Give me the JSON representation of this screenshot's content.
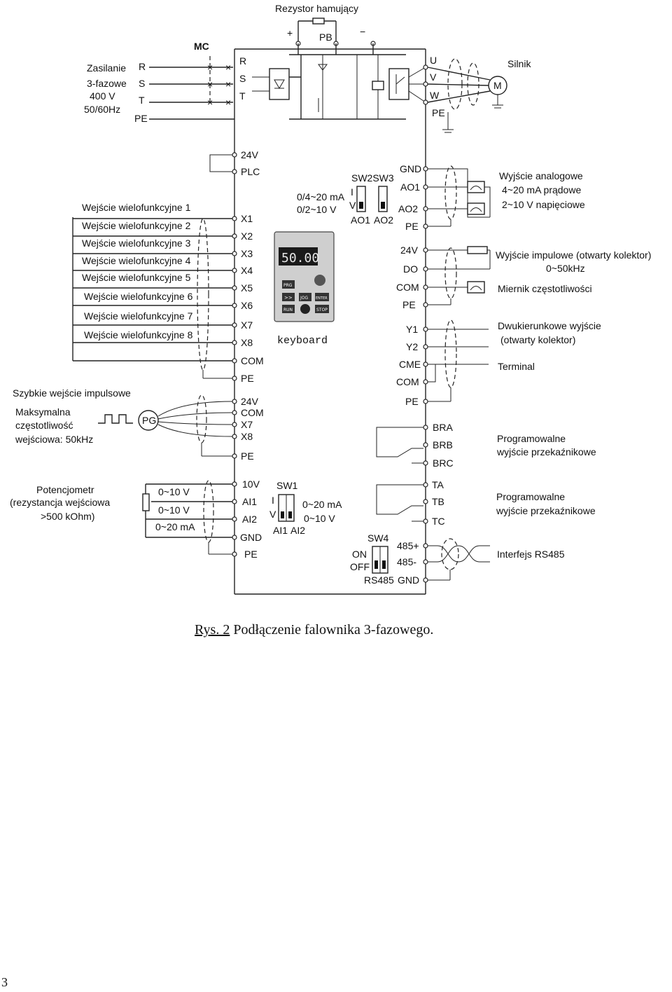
{
  "title": {
    "brake_resistor": "Rezystor hamujący",
    "contactor": "MC",
    "motor_label": "Silnik",
    "motor_symbol": "M",
    "plus": "+",
    "minus": "−",
    "pb": "PB"
  },
  "supply": {
    "lines": [
      "Zasilanie",
      "3-fazowe",
      "400 V",
      "50/60Hz"
    ],
    "phases": [
      "R",
      "S",
      "T",
      "PE"
    ],
    "inverter_inputs": [
      "R",
      "S",
      "T"
    ]
  },
  "outputs_uvw": [
    "U",
    "V",
    "W",
    "PE"
  ],
  "left_terminals": {
    "top": [
      "24V",
      "PLC"
    ],
    "x_inputs": [
      "X1",
      "X2",
      "X3",
      "X4",
      "X5",
      "X6",
      "X7",
      "X8"
    ],
    "after_x": [
      "COM",
      "PE"
    ],
    "pulse": [
      "24V",
      "COM",
      "X7",
      "X8",
      "PE"
    ],
    "analog": [
      "10V",
      "AI1",
      "AI2",
      "GND",
      "PE"
    ]
  },
  "multifunction_inputs": [
    "Wejście wielofunkcyjne 1",
    "Wejście wielofunkcyjne 2",
    "Wejście wielofunkcyjne 3",
    "Wejście wielofunkcyjne 4",
    "Wejście wielofunkcyjne 5",
    "Wejście wielofunkcyjne 6",
    "Wejście wielofunkcyjne 7",
    "Wejście wielofunkcyjne 8"
  ],
  "pulse_input": {
    "title": "Szybkie wejście impulsowe",
    "lines": [
      "Maksymalna",
      "częstotliwość",
      "wejściowa: 50kHz"
    ],
    "encoder": "PG"
  },
  "potentiometer": {
    "lines": [
      "Potencjometr",
      "(rezystancja wejściowa",
      ">500 kOhm)"
    ],
    "ranges": [
      "0~10 V",
      "0~10 V",
      "0~20 mA"
    ]
  },
  "sw2sw3": {
    "label": "SW2SW3",
    "modes_left": [
      "0/4~20 mA",
      "0/2~10 V"
    ],
    "iv": [
      "I",
      "V"
    ],
    "names": [
      "AO1",
      "AO2"
    ]
  },
  "sw1": {
    "label": "SW1",
    "iv": [
      "I",
      "V"
    ],
    "ranges": [
      "0~20 mA",
      "0~10 V"
    ],
    "names": [
      "AI1",
      "AI2"
    ]
  },
  "sw4": {
    "label": "SW4",
    "states": [
      "ON",
      "OFF"
    ],
    "name": "RS485"
  },
  "keyboard": {
    "label": "keyboard",
    "display": "50.00",
    "buttons": [
      "PRG",
      ">>",
      "JOG",
      "ENTER",
      "RUN",
      "STOP"
    ]
  },
  "right_terminals": {
    "analog_out": [
      "GND",
      "AO1",
      "AO2",
      "PE"
    ],
    "pulse_out": [
      "24V",
      "DO",
      "COM",
      "PE"
    ],
    "y_out": [
      "Y1",
      "Y2",
      "CME",
      "COM",
      "PE"
    ],
    "relay1": [
      "BRA",
      "BRB",
      "BRC"
    ],
    "relay2": [
      "TA",
      "TB",
      "TC"
    ],
    "rs485": [
      "485+",
      "485-",
      "GND"
    ]
  },
  "right_labels": {
    "analog": [
      "Wyjście analogowe",
      "4~20 mA prądowe",
      "2~10 V napięciowe"
    ],
    "pulse": [
      "Wyjście impulowe (otwarty kolektor)",
      "0~50kHz"
    ],
    "meter": "Miernik częstotliwości",
    "bidir": [
      "Dwukierunkowe wyjście",
      "(otwarty kolektor)"
    ],
    "terminal": "Terminal",
    "relay1": [
      "Programowalne",
      "wyjście przekaźnikowe"
    ],
    "relay2": [
      "Programowalne",
      "wyjście przekaźnikowe"
    ],
    "rs485": "Interfejs RS485"
  },
  "caption": {
    "prefix": "Rys. 2",
    "text": " Podłączenie falownika 3-fazowego."
  },
  "page_number": "3"
}
